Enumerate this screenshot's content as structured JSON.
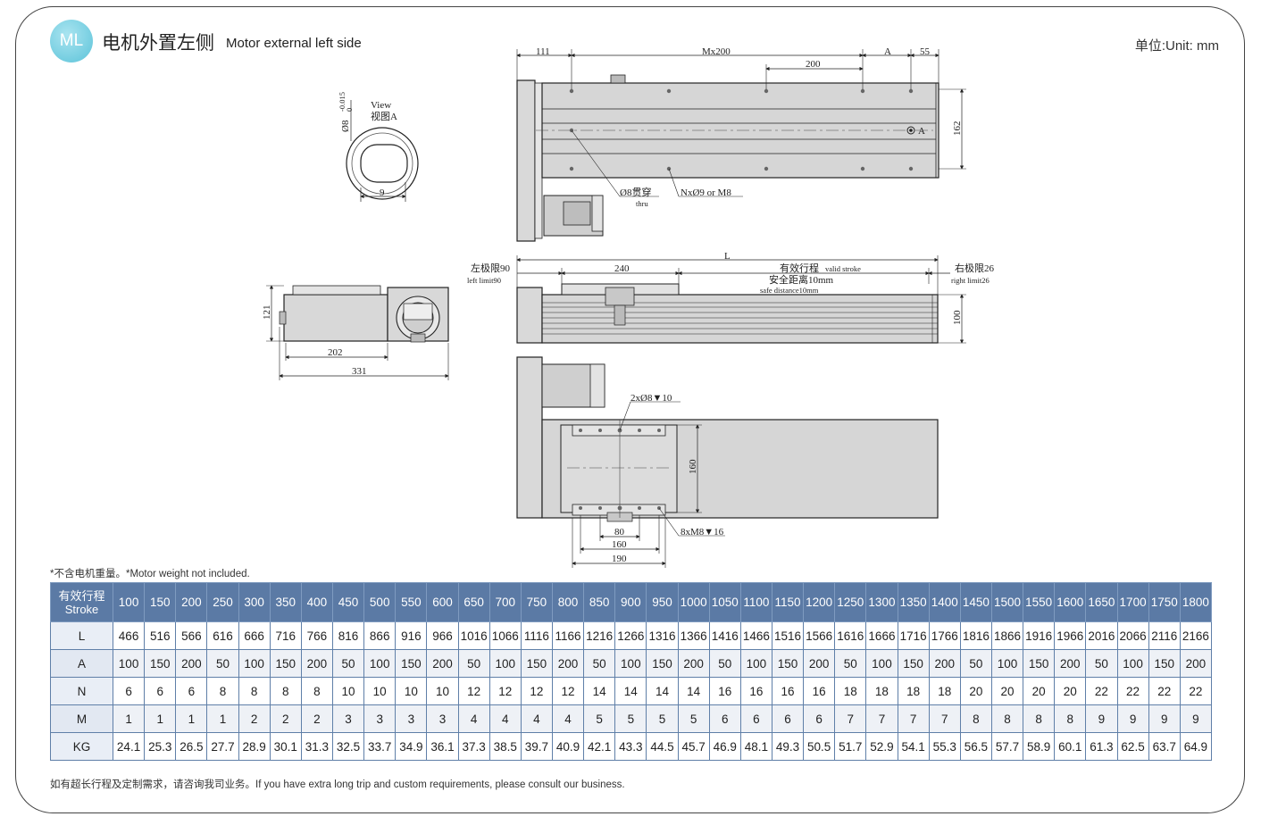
{
  "header": {
    "badge": "ML",
    "title_cn": "电机外置左侧",
    "title_en": "Motor external left side",
    "unit": "单位:Unit: mm"
  },
  "drawing_labels": {
    "top_view": {
      "d111": "111",
      "mx200": "Mx200",
      "a": "A",
      "d55": "55",
      "d200": "200",
      "d162": "162",
      "a_mark": "A",
      "thru_cn": "Ø8贯穿",
      "thru_en": "thru",
      "holes": "NxØ9 or M8"
    },
    "view_a": {
      "view": "View",
      "view_cn": "视图A",
      "shaft": "Ø8",
      "tol": "-0.015",
      "tol2": "0",
      "d9": "9"
    },
    "side_view": {
      "l": "L",
      "d240": "240",
      "left_limit_cn": "左极限90",
      "left_limit_en": "left limit90",
      "stroke_cn": "有效行程",
      "stroke_en": "valid stroke",
      "safe_cn": "安全距离10mm",
      "safe_en": "safe distance10mm",
      "right_limit_cn": "右极限26",
      "right_limit_en": "right limit26",
      "d100": "100"
    },
    "motor_view": {
      "d121": "121",
      "d202": "202",
      "d331": "331"
    },
    "bottom_view": {
      "pin": "2xØ8▼10",
      "d160v": "160",
      "d80": "80",
      "d160": "160",
      "d190": "190",
      "screws": "8xM8▼16"
    }
  },
  "notes": {
    "weight": "*不含电机重量。*Motor weight not included.",
    "footer": "如有超长行程及定制需求，请咨询我司业务。If you have extra long trip and custom requirements, please consult our business."
  },
  "table": {
    "corner_cn": "有效行程",
    "corner_en": "Stroke",
    "strokes": [
      "100",
      "150",
      "200",
      "250",
      "300",
      "350",
      "400",
      "450",
      "500",
      "550",
      "600",
      "650",
      "700",
      "750",
      "800",
      "850",
      "900",
      "950",
      "1000",
      "1050",
      "1100",
      "1150",
      "1200",
      "1250",
      "1300",
      "1350",
      "1400",
      "1450",
      "1500",
      "1550",
      "1600",
      "1650",
      "1700",
      "1750",
      "1800"
    ],
    "rows": [
      {
        "label": "L",
        "values": [
          "466",
          "516",
          "566",
          "616",
          "666",
          "716",
          "766",
          "816",
          "866",
          "916",
          "966",
          "1016",
          "1066",
          "1116",
          "1166",
          "1216",
          "1266",
          "1316",
          "1366",
          "1416",
          "1466",
          "1516",
          "1566",
          "1616",
          "1666",
          "1716",
          "1766",
          "1816",
          "1866",
          "1916",
          "1966",
          "2016",
          "2066",
          "2116",
          "2166"
        ]
      },
      {
        "label": "A",
        "values": [
          "100",
          "150",
          "200",
          "50",
          "100",
          "150",
          "200",
          "50",
          "100",
          "150",
          "200",
          "50",
          "100",
          "150",
          "200",
          "50",
          "100",
          "150",
          "200",
          "50",
          "100",
          "150",
          "200",
          "50",
          "100",
          "150",
          "200",
          "50",
          "100",
          "150",
          "200",
          "50",
          "100",
          "150",
          "200"
        ]
      },
      {
        "label": "N",
        "values": [
          "6",
          "6",
          "6",
          "8",
          "8",
          "8",
          "8",
          "10",
          "10",
          "10",
          "10",
          "12",
          "12",
          "12",
          "12",
          "14",
          "14",
          "14",
          "14",
          "16",
          "16",
          "16",
          "16",
          "18",
          "18",
          "18",
          "18",
          "20",
          "20",
          "20",
          "20",
          "22",
          "22",
          "22",
          "22"
        ]
      },
      {
        "label": "M",
        "values": [
          "1",
          "1",
          "1",
          "1",
          "2",
          "2",
          "2",
          "3",
          "3",
          "3",
          "3",
          "4",
          "4",
          "4",
          "4",
          "5",
          "5",
          "5",
          "5",
          "6",
          "6",
          "6",
          "6",
          "7",
          "7",
          "7",
          "7",
          "8",
          "8",
          "8",
          "8",
          "9",
          "9",
          "9",
          "9"
        ]
      },
      {
        "label": "KG",
        "values": [
          "24.1",
          "25.3",
          "26.5",
          "27.7",
          "28.9",
          "30.1",
          "31.3",
          "32.5",
          "33.7",
          "34.9",
          "36.1",
          "37.3",
          "38.5",
          "39.7",
          "40.9",
          "42.1",
          "43.3",
          "44.5",
          "45.7",
          "46.9",
          "48.1",
          "49.3",
          "50.5",
          "51.7",
          "52.9",
          "54.1",
          "55.3",
          "56.5",
          "57.7",
          "58.9",
          "60.1",
          "61.3",
          "62.5",
          "63.7",
          "64.9"
        ]
      }
    ]
  }
}
